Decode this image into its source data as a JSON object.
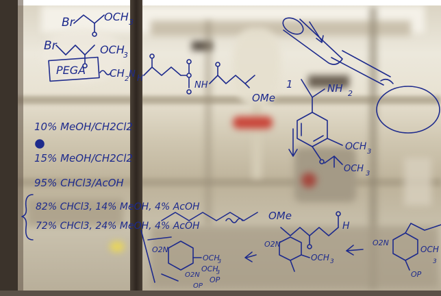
{
  "colors": {
    "ink": "#1d2a8c",
    "frame": "#3b332b",
    "wall": "#ece8dc"
  },
  "notes": {
    "reagent1": "Br",
    "reagent1_group": "OCH",
    "reagent1_sub": "3",
    "reagent2": "Br",
    "reagent2_group": "OCH",
    "reagent2_sub": "3",
    "resin": "PEGA",
    "resin_chain": "CH",
    "resin_chain_sub": "2",
    "resin_nh": "N",
    "resin_nh2": "H",
    "sulfonyl_nh": "NH",
    "end_group": "OMe",
    "amine": "NH",
    "amine_sub": "2",
    "amine_och": "OCH",
    "amine_och_sub": "3",
    "amine_side": "OCH",
    "amine_side_sub": "3",
    "step_label": "1",
    "eluent1": "10% MeOH/CH2Cl2",
    "eluent2": "15% MeOH/CH2Cl2",
    "eluent3": "95% CHCl3/AcOH",
    "eluent4": "82% CHCl3, 14% MeOH, 4% AcOH",
    "eluent5": "72% CHCl3, 24% MeOH, 4% AcOH",
    "product_end": "OMe",
    "aldehyde": "H",
    "nitro1": "O2N",
    "nitro1_och": "OCH",
    "nitro1_och_sub": "3",
    "nitro1_tail": "OP",
    "nitro2": "O2N",
    "nitro2_och": "OCH",
    "nitro2_och_sub": "3",
    "nitro3": "O2N",
    "nitro3_och": "OCH",
    "nitro3_och_sub": "3",
    "nitro3_tail": "OP",
    "nitro4": "O2N",
    "nitro4_och": "OCH",
    "nitro4_och_sub": "3",
    "nitro4_tail": "OP"
  }
}
